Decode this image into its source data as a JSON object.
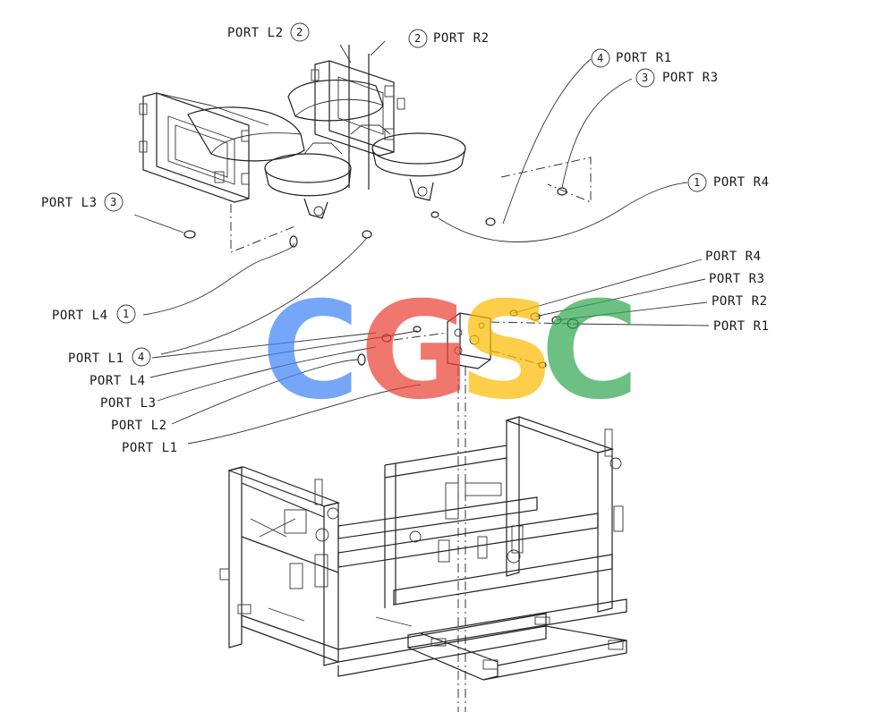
{
  "labels": {
    "top_l2": {
      "text": "PORT L2",
      "num": "2"
    },
    "top_r2": {
      "text": "PORT R2",
      "num": "2"
    },
    "top_r1": {
      "text": "PORT R1",
      "num": "4"
    },
    "top_r3": {
      "text": "PORT R3",
      "num": "3"
    },
    "top_r4": {
      "text": "PORT R4",
      "num": "1"
    },
    "top_l3": {
      "text": "PORT L3",
      "num": "3"
    },
    "top_l4": {
      "text": "PORT L4",
      "num": "1"
    },
    "mid_l1": {
      "text": "PORT L1",
      "num": "4"
    },
    "side_r4": "PORT R4",
    "side_r3": "PORT R3",
    "side_r2": "PORT R2",
    "side_r1": "PORT R1",
    "side_l4": "PORT L4",
    "side_l3": "PORT L3",
    "side_l2": "PORT L2",
    "side_l1": "PORT L1"
  },
  "watermark": {
    "letters": [
      "C",
      "G",
      "S",
      "C"
    ],
    "colors": [
      "#4285F4",
      "#EA4335",
      "#FBBC05",
      "#34A853"
    ]
  }
}
